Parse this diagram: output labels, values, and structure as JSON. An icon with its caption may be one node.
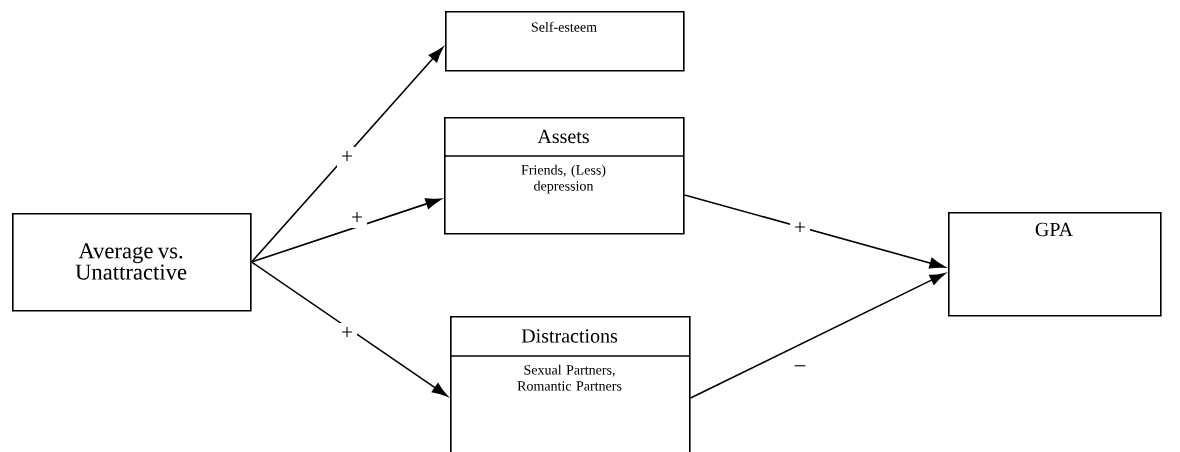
{
  "diagram": {
    "nodes": [
      {
        "text": [
          "Average vs. Unattractive"
        ]
      },
      {
        "text": [
          "Self-esteem"
        ]
      },
      {
        "text": [
          "Assets",
          "Friends, (Less) depression"
        ]
      },
      {
        "text": [
          "Distractions",
          "Sexual Partners, Romantic Partners"
        ]
      },
      {
        "text": [
          "GPA"
        ]
      }
    ],
    "edges": [
      {
        "from": 0,
        "to": 1,
        "arrow": "to",
        "label": "+"
      },
      {
        "from": 0,
        "to": 2,
        "arrow": "to",
        "label": "+"
      },
      {
        "from": 0,
        "to": 3,
        "arrow": "to",
        "label": "+"
      },
      {
        "from": 2,
        "to": 4,
        "arrow": "to",
        "label": "+"
      },
      {
        "from": 3,
        "to": 4,
        "arrow": "to",
        "label": "–"
      }
    ]
  }
}
